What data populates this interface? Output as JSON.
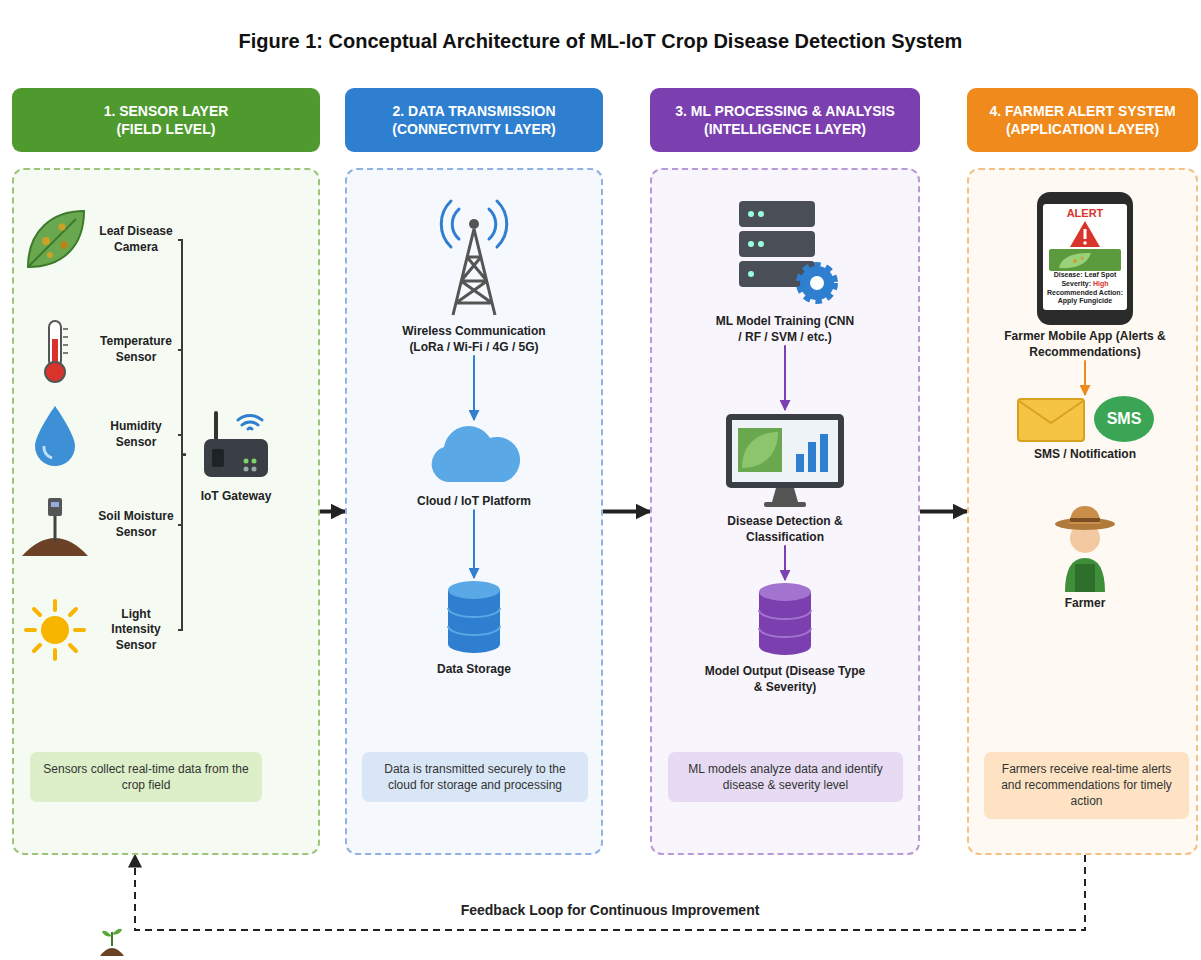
{
  "diagram": {
    "title": "Figure 1: Conceptual Architecture of ML-IoT Crop Disease Detection System",
    "nodes": [
      {
        "text": [
          "1. SENSOR LAYER (FIELD LEVEL)"
        ]
      },
      {
        "text": [
          "Leaf Disease Camera"
        ],
        "in": 0
      },
      {
        "text": [
          "Temperature Sensor"
        ],
        "in": 0
      },
      {
        "text": [
          "Humidity Sensor"
        ],
        "in": 0
      },
      {
        "text": [
          "Soil Moisture Sensor"
        ],
        "in": 0
      },
      {
        "text": [
          "Light Intensity Sensor"
        ],
        "in": 0
      },
      {
        "text": [
          "IoT Gateway"
        ],
        "in": 0
      },
      {
        "text": [
          "Sensors collect real-time data from the crop field"
        ],
        "in": 0
      },
      {
        "text": [
          "2. DATA TRANSMISSION (CONNECTIVITY LAYER)"
        ]
      },
      {
        "text": [
          "Wireless Communication (LoRa / Wi-Fi / 4G / 5G)"
        ],
        "in": 8
      },
      {
        "text": [
          "Cloud / IoT Platform"
        ],
        "in": 8
      },
      {
        "text": [
          "Data Storage"
        ],
        "in": 8
      },
      {
        "text": [
          "Data is transmitted securely to the cloud for storage and processing"
        ],
        "in": 8
      },
      {
        "text": [
          "3. ML PROCESSING & ANALYSIS (INTELLIGENCE LAYER)"
        ]
      },
      {
        "text": [
          "ML Model Training (CNN / RF / SVM / etc.)"
        ],
        "in": 13
      },
      {
        "text": [
          "Disease Detection & Classification"
        ],
        "in": 13
      },
      {
        "text": [
          "Model Output (Disease Type & Severity)"
        ],
        "in": 13
      },
      {
        "text": [
          "ML models analyze data and identify disease & severity level"
        ],
        "in": 13
      },
      {
        "text": [
          "4. FARMER ALERT SYSTEM (APPLICATION LAYER)"
        ]
      },
      {
        "text": [
          "ALERT",
          "Disease: Leaf Spot",
          "Severity:",
          "High",
          "Recommended Action: Apply Fungicide",
          "Farmer Mobile App (Alerts & Recommendations)"
        ],
        "in": 18
      },
      {
        "text": [
          "SMS",
          "SMS / Notification"
        ],
        "in": 18
      },
      {
        "text": [
          "Farmer"
        ],
        "in": 18
      },
      {
        "text": [
          "Farmers receive real-time alerts and recommendations for timely action"
        ],
        "in": 18
      }
    ],
    "edges": [
      {
        "from": 1,
        "to": 6,
        "arrow": "none"
      },
      {
        "from": 2,
        "to": 6,
        "arrow": "none"
      },
      {
        "from": 3,
        "to": 6,
        "arrow": "none"
      },
      {
        "from": 4,
        "to": 6,
        "arrow": "none"
      },
      {
        "from": 5,
        "to": 6,
        "arrow": "none"
      },
      {
        "from": 0,
        "to": 8,
        "arrow": "to"
      },
      {
        "from": 8,
        "to": 13,
        "arrow": "to"
      },
      {
        "from": 13,
        "to": 18,
        "arrow": "to"
      },
      {
        "from": 9,
        "to": 10,
        "arrow": "to"
      },
      {
        "from": 10,
        "to": 11,
        "arrow": "to"
      },
      {
        "from": 14,
        "to": 15,
        "arrow": "to"
      },
      {
        "from": 15,
        "to": 16,
        "arrow": "to"
      },
      {
        "from": 19,
        "to": 20,
        "arrow": "to"
      },
      {
        "from": 18,
        "to": 0,
        "label": "Feedback Loop for Continuous Improvement",
        "arrow": "to"
      }
    ]
  }
}
